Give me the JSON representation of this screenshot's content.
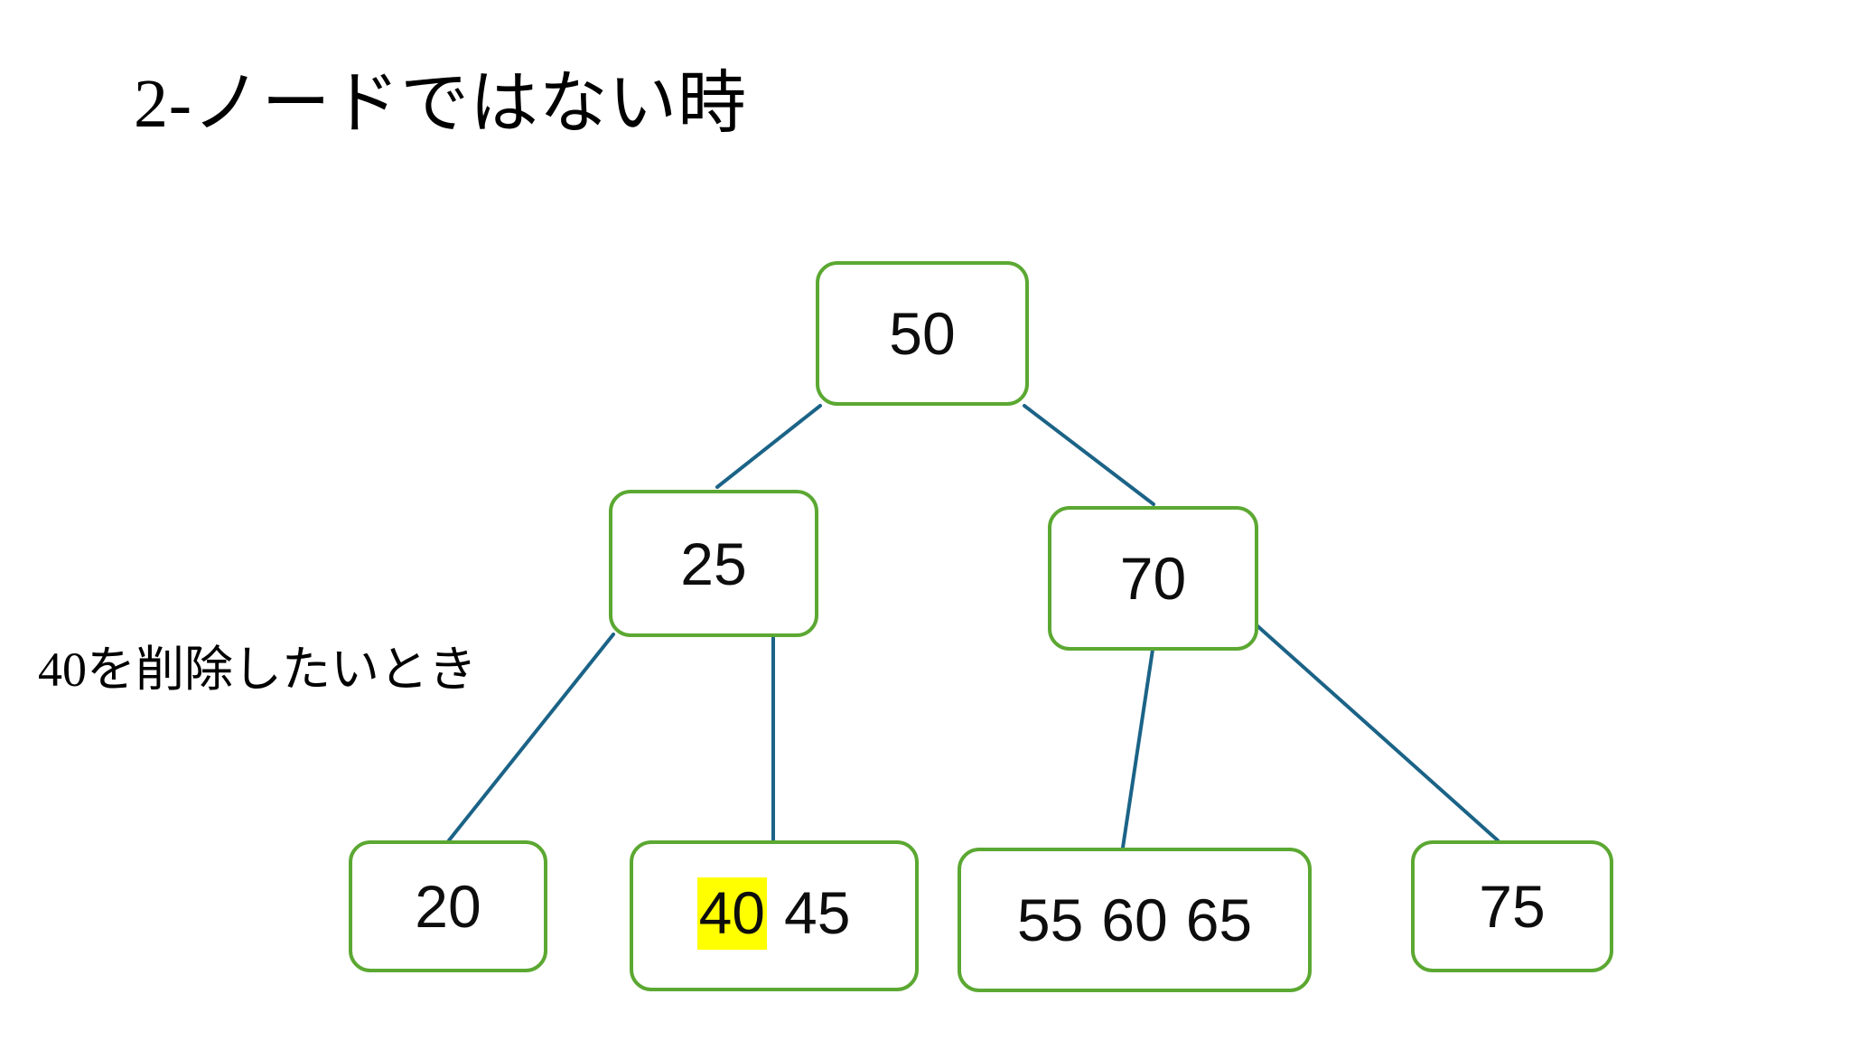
{
  "slide": {
    "title": "2-ノードではない時",
    "side_note": "40を削除したいとき",
    "background_color": "#FFFFFF"
  },
  "theme": {
    "node_border_color": "#5BA832",
    "node_fill_color": "#FFFFFF",
    "edge_color": "#1B6387",
    "text_color": "#0D0D0D",
    "highlight_color": "#FFFF00"
  },
  "tree": {
    "type": "2-3-4-tree",
    "nodes": [
      {
        "id": "root",
        "keys": [
          {
            "value": "50",
            "highlighted": false
          }
        ]
      },
      {
        "id": "left-internal",
        "keys": [
          {
            "value": "25",
            "highlighted": false
          }
        ]
      },
      {
        "id": "right-internal",
        "keys": [
          {
            "value": "70",
            "highlighted": false
          }
        ]
      },
      {
        "id": "leaf-20",
        "keys": [
          {
            "value": "20",
            "highlighted": false
          }
        ]
      },
      {
        "id": "leaf-40-45",
        "keys": [
          {
            "value": "40",
            "highlighted": true
          },
          {
            "value": "45",
            "highlighted": false
          }
        ]
      },
      {
        "id": "leaf-55-60-65",
        "keys": [
          {
            "value": "55",
            "highlighted": false
          },
          {
            "value": "60",
            "highlighted": false
          },
          {
            "value": "65",
            "highlighted": false
          }
        ]
      },
      {
        "id": "leaf-75",
        "keys": [
          {
            "value": "75",
            "highlighted": false
          }
        ]
      }
    ],
    "edges": [
      {
        "from": "root",
        "to": "left-internal"
      },
      {
        "from": "root",
        "to": "right-internal"
      },
      {
        "from": "left-internal",
        "to": "leaf-20"
      },
      {
        "from": "left-internal",
        "to": "leaf-40-45"
      },
      {
        "from": "right-internal",
        "to": "leaf-55-60-65"
      },
      {
        "from": "right-internal",
        "to": "leaf-75"
      }
    ]
  },
  "labels": {
    "node_50": "50",
    "node_25": "25",
    "node_70": "70",
    "node_20": "20",
    "node_40": "40",
    "node_45": "45",
    "node_55": "55",
    "node_60": "60",
    "node_65": "65",
    "node_75": "75"
  }
}
